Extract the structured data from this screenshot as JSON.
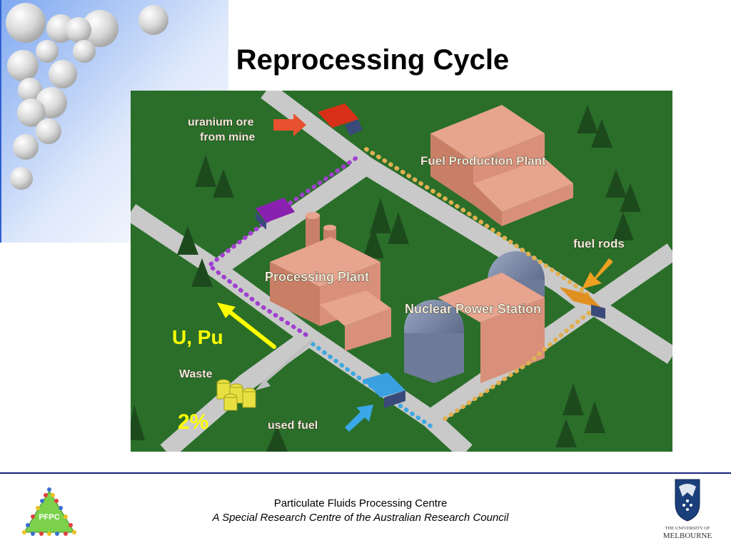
{
  "slide": {
    "title": "Reprocessing Cycle"
  },
  "diagram": {
    "labels": {
      "ore": [
        "uranium ore",
        "from mine"
      ],
      "fuel_plant": "Fuel Production Plant",
      "fuel_rods": "fuel rods",
      "processing_plant": "Processing Plant",
      "power_station": "Nuclear Power Station",
      "waste": "Waste",
      "used_fuel": "used fuel"
    },
    "annotations": {
      "recycled": "U, Pu",
      "waste_percent": "2%"
    },
    "colors": {
      "grass": "#2a6e2a",
      "road": "#c9c9c9",
      "building": "#d9907a",
      "annotation": "#ffff00"
    }
  },
  "footer": {
    "line1": "Particulate Fluids Processing Centre",
    "line2": "A Special Research Centre of the Australian Research Council",
    "left_logo_text": "PFPC",
    "right_logo_line1": "THE UNIVERSITY OF",
    "right_logo_line2": "MELBOURNE"
  }
}
